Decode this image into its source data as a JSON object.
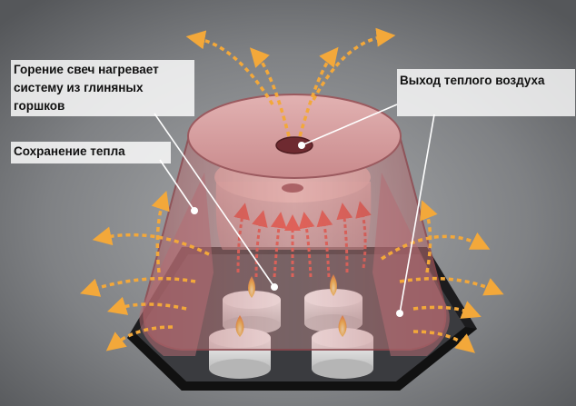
{
  "labels": {
    "heating": "Горение свеч нагревает систему из глиняных горшков",
    "heat_retention": "Сохранение тепла",
    "warm_air_exit": "Выход теплого воздуха"
  },
  "colors": {
    "background": "#7b7d80",
    "warm_arrow": "#f3a83a",
    "hot_arrow": "#e33a2c",
    "pot": "#c98a8c",
    "tray": "#2e2e31",
    "candle": "#e9e9e9",
    "flame": "#f6b21a"
  },
  "elements": {
    "outer_pot": "outer-clay-pot",
    "inner_pot": "inner-clay-pot",
    "candles": [
      "candle",
      "candle",
      "candle",
      "candle"
    ],
    "tray": "metal-tray"
  }
}
